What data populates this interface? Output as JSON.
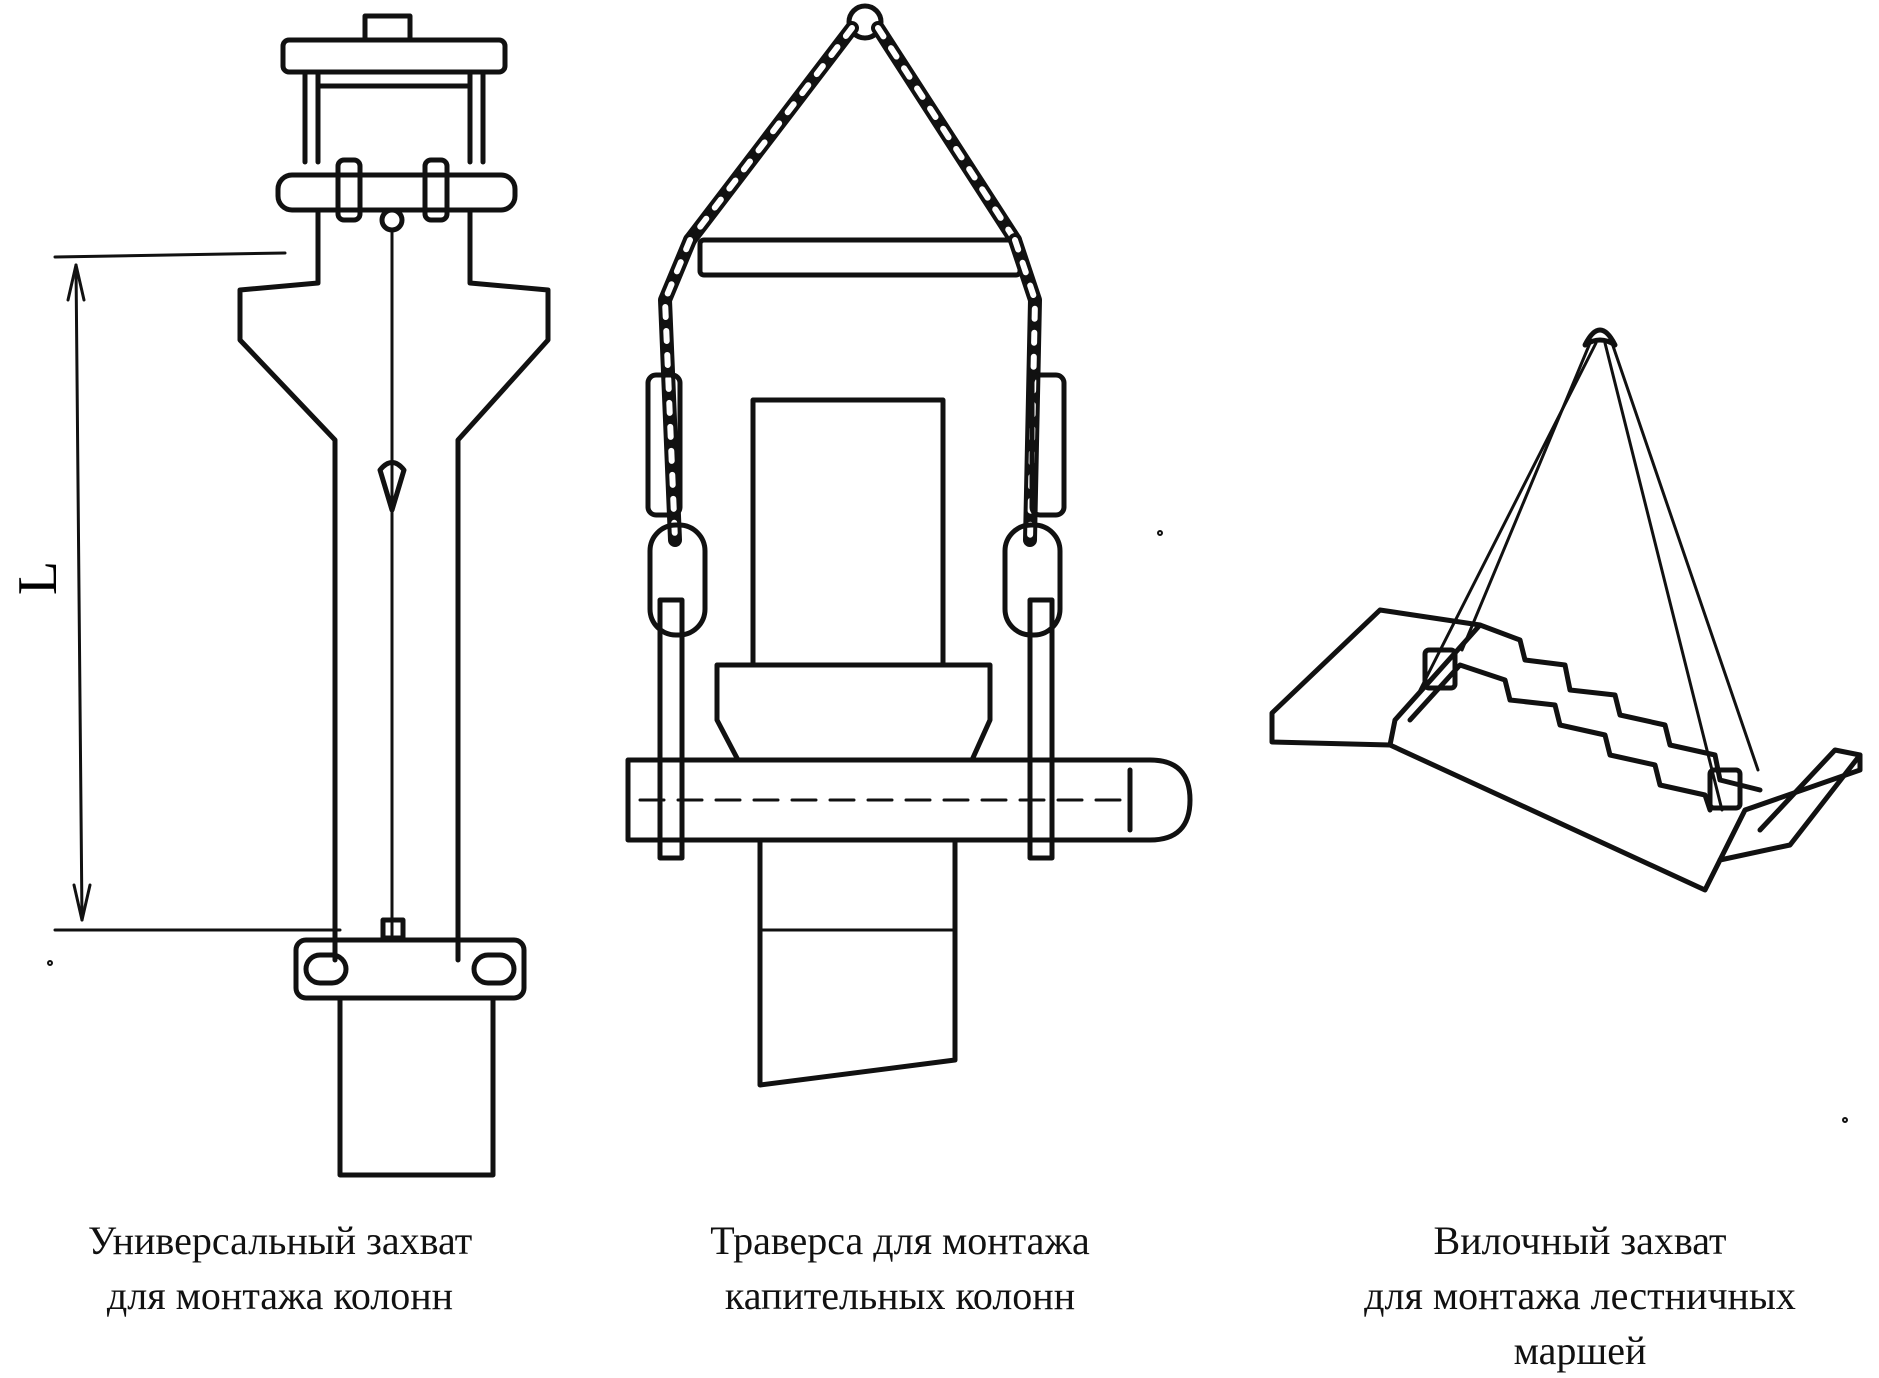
{
  "figure": {
    "dimension_label": "L",
    "tools": [
      {
        "id": "universal-grip",
        "caption_lines": [
          "Универсальный захват",
          "для монтажа колонн"
        ]
      },
      {
        "id": "traverse",
        "caption_lines": [
          "Траверса для монтажа",
          "капительных колонн"
        ]
      },
      {
        "id": "fork-grip",
        "caption_lines": [
          "Вилочный захват",
          "для монтажа лестничных",
          "маршей"
        ]
      }
    ]
  },
  "colors": {
    "ink": "#111111",
    "paper": "#ffffff"
  }
}
